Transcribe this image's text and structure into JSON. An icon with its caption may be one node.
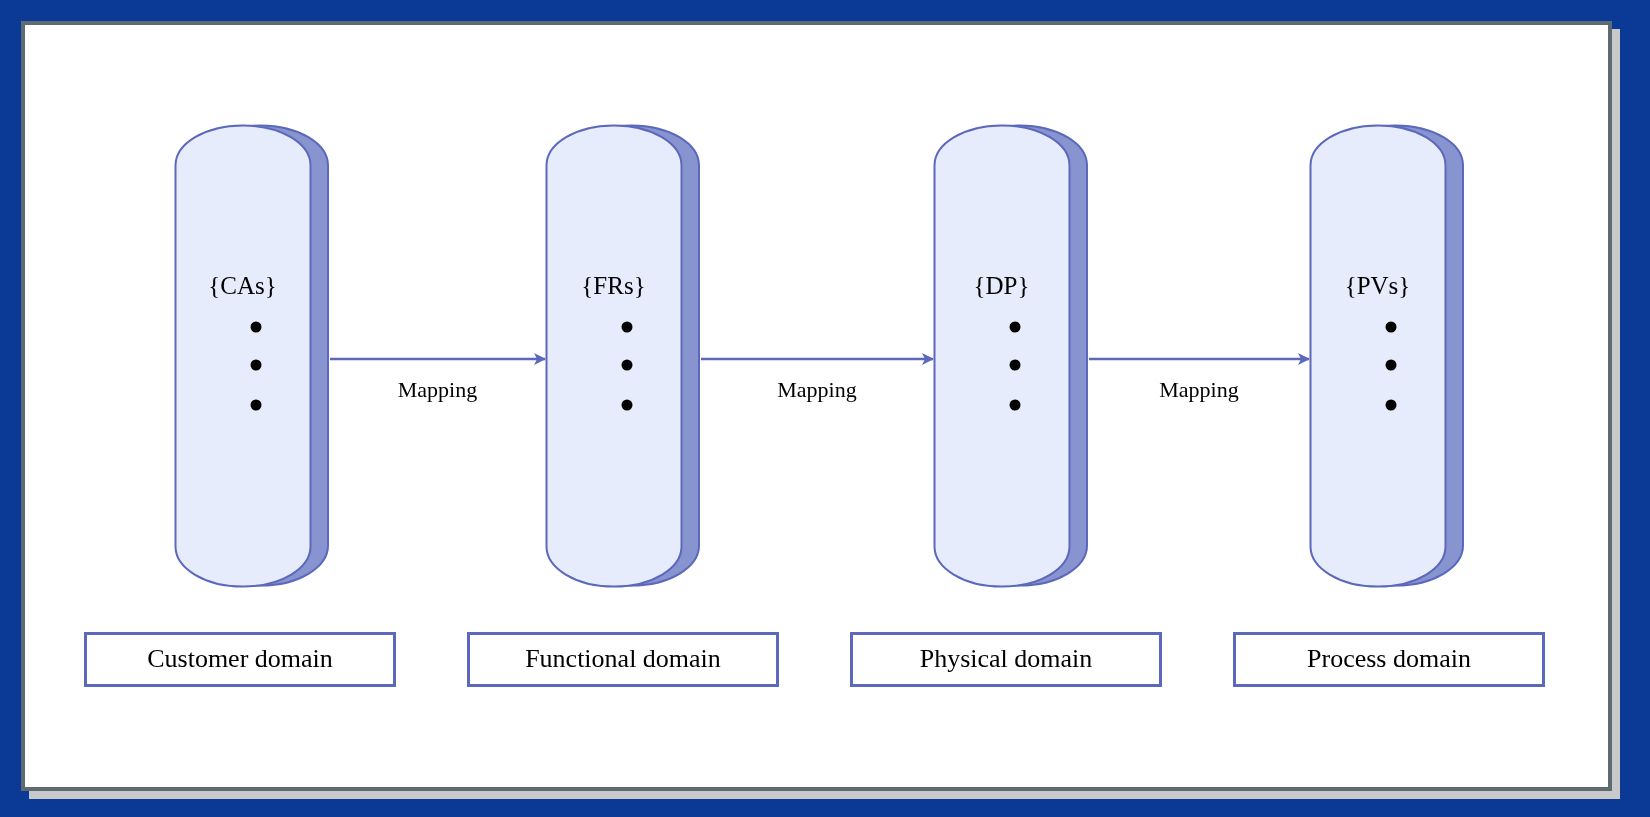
{
  "diagram": {
    "nodes": [
      {
        "text": [
          "{CAs}"
        ]
      },
      {
        "text": [
          "{FRs}"
        ]
      },
      {
        "text": [
          "{DP}"
        ]
      },
      {
        "text": [
          "{PVs}"
        ]
      },
      {
        "text": [
          "Customer domain"
        ]
      },
      {
        "text": [
          "Functional domain"
        ]
      },
      {
        "text": [
          "Physical domain"
        ]
      },
      {
        "text": [
          "Process domain"
        ]
      }
    ],
    "edges": [
      {
        "from": 0,
        "to": 1,
        "arrow": "to",
        "label": "Mapping"
      },
      {
        "from": 1,
        "to": 2,
        "arrow": "to",
        "label": "Mapping"
      },
      {
        "from": 2,
        "to": 3,
        "arrow": "to",
        "label": "Mapping"
      }
    ]
  }
}
